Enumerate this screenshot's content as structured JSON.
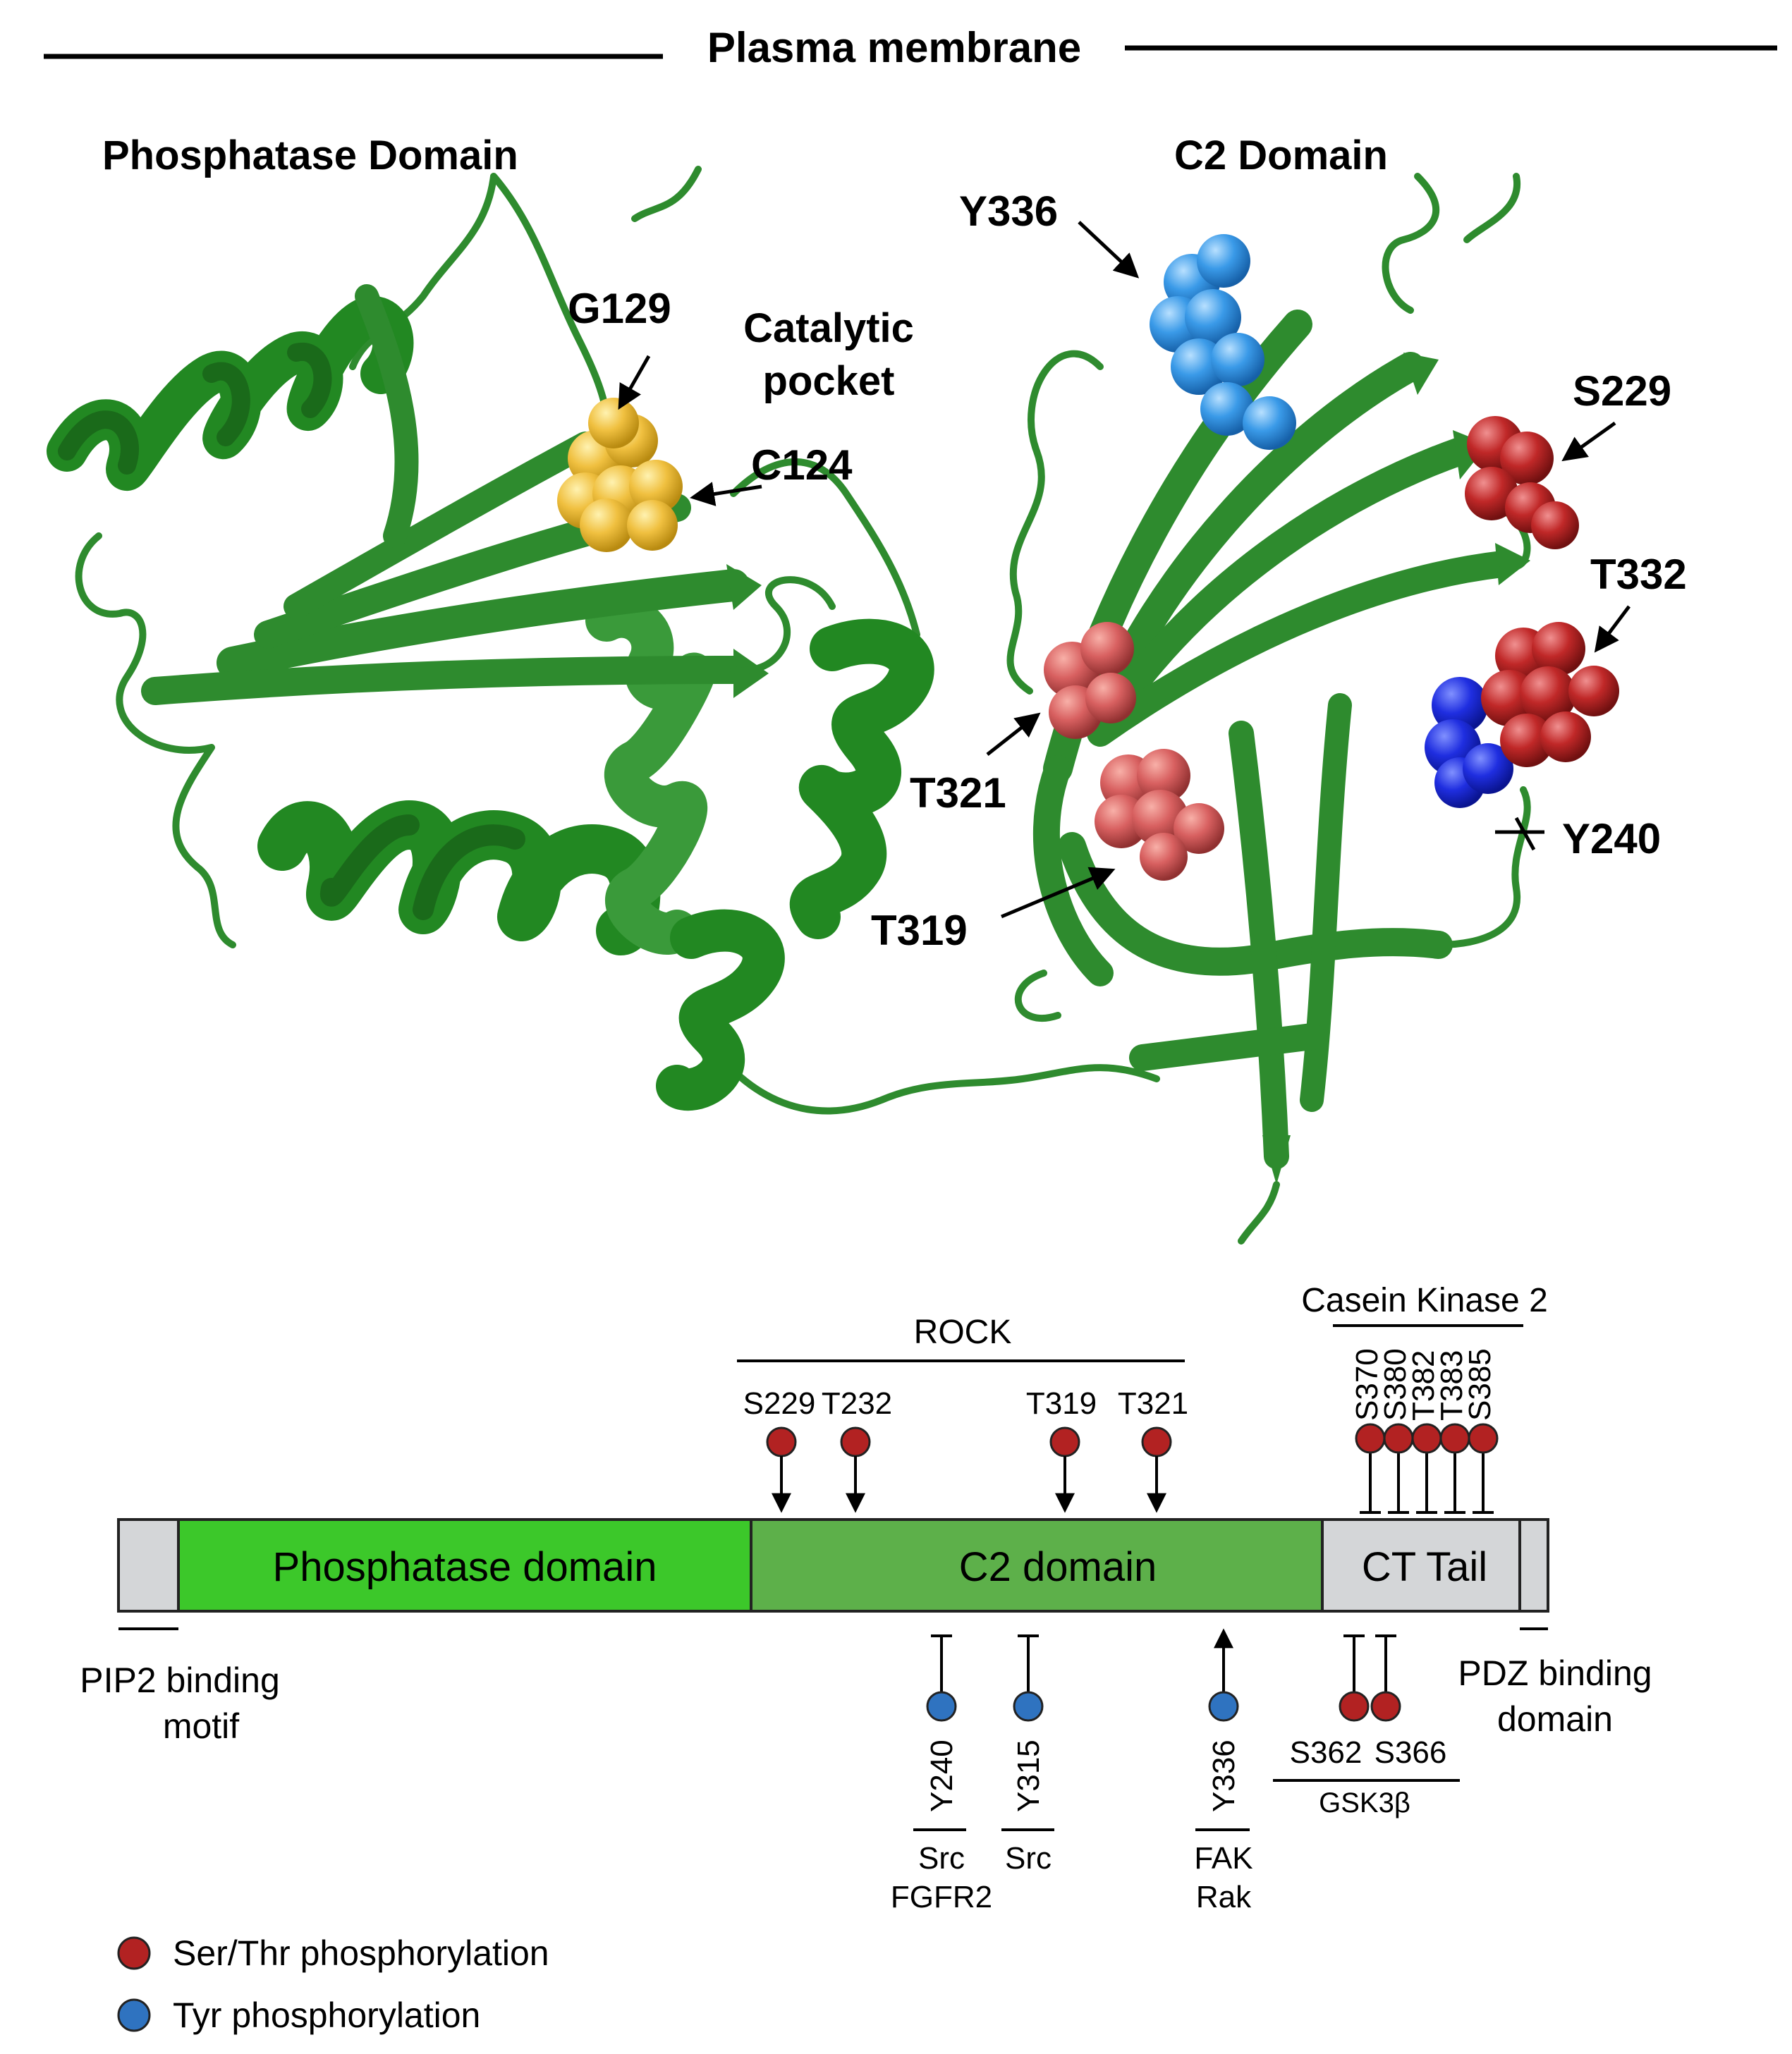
{
  "title": "Plasma membrane",
  "structure": {
    "phosphatase_title": "Phosphatase Domain",
    "c2_title": "C2 Domain",
    "labels": {
      "g129": "G129",
      "catalytic_1": "Catalytic",
      "catalytic_2": "pocket",
      "c124": "C124",
      "y336": "Y336",
      "s229": "S229",
      "t332": "T332",
      "t321": "T321",
      "y240": "Y240",
      "t319": "T319"
    }
  },
  "colors": {
    "protein": "#2e8b2e",
    "catalytic": "#f0c040",
    "ser_thr": "#b22222",
    "tyr": "#2f73c0",
    "y240_sphere": "#1f2ee0",
    "y336_sphere": "#3a9ae8",
    "phosphatase_domain": "#3cc82a",
    "c2_domain": "#5db04a",
    "tail": "#d4d6d8"
  },
  "domain_map": {
    "phosphatase_label": "Phosphatase domain",
    "c2_label": "C2 domain",
    "ct_label": "CT Tail",
    "pip2_1": "PIP2 binding",
    "pip2_2": "motif",
    "pdz_1": "PDZ  binding",
    "pdz_2": "domain",
    "rock": "ROCK",
    "ck2": "Casein Kinase 2",
    "gsk": "GSK3β",
    "top_sites": [
      "S229",
      "T232",
      "T319",
      "T321"
    ],
    "ck2_sites": [
      "S370",
      "S380",
      "T382",
      "T383",
      "S385"
    ],
    "bottom_sites": [
      "Y240",
      "Y315",
      "Y336"
    ],
    "gsk_sites": [
      "S362",
      "S366"
    ],
    "kinase_y240_1": "Src",
    "kinase_y240_2": "FGFR2",
    "kinase_y315": "Src",
    "kinase_y336_1": "FAK",
    "kinase_y336_2": "Rak"
  },
  "legend": {
    "ser_thr": "Ser/Thr phosphorylation",
    "tyr": "Tyr phosphorylation"
  }
}
